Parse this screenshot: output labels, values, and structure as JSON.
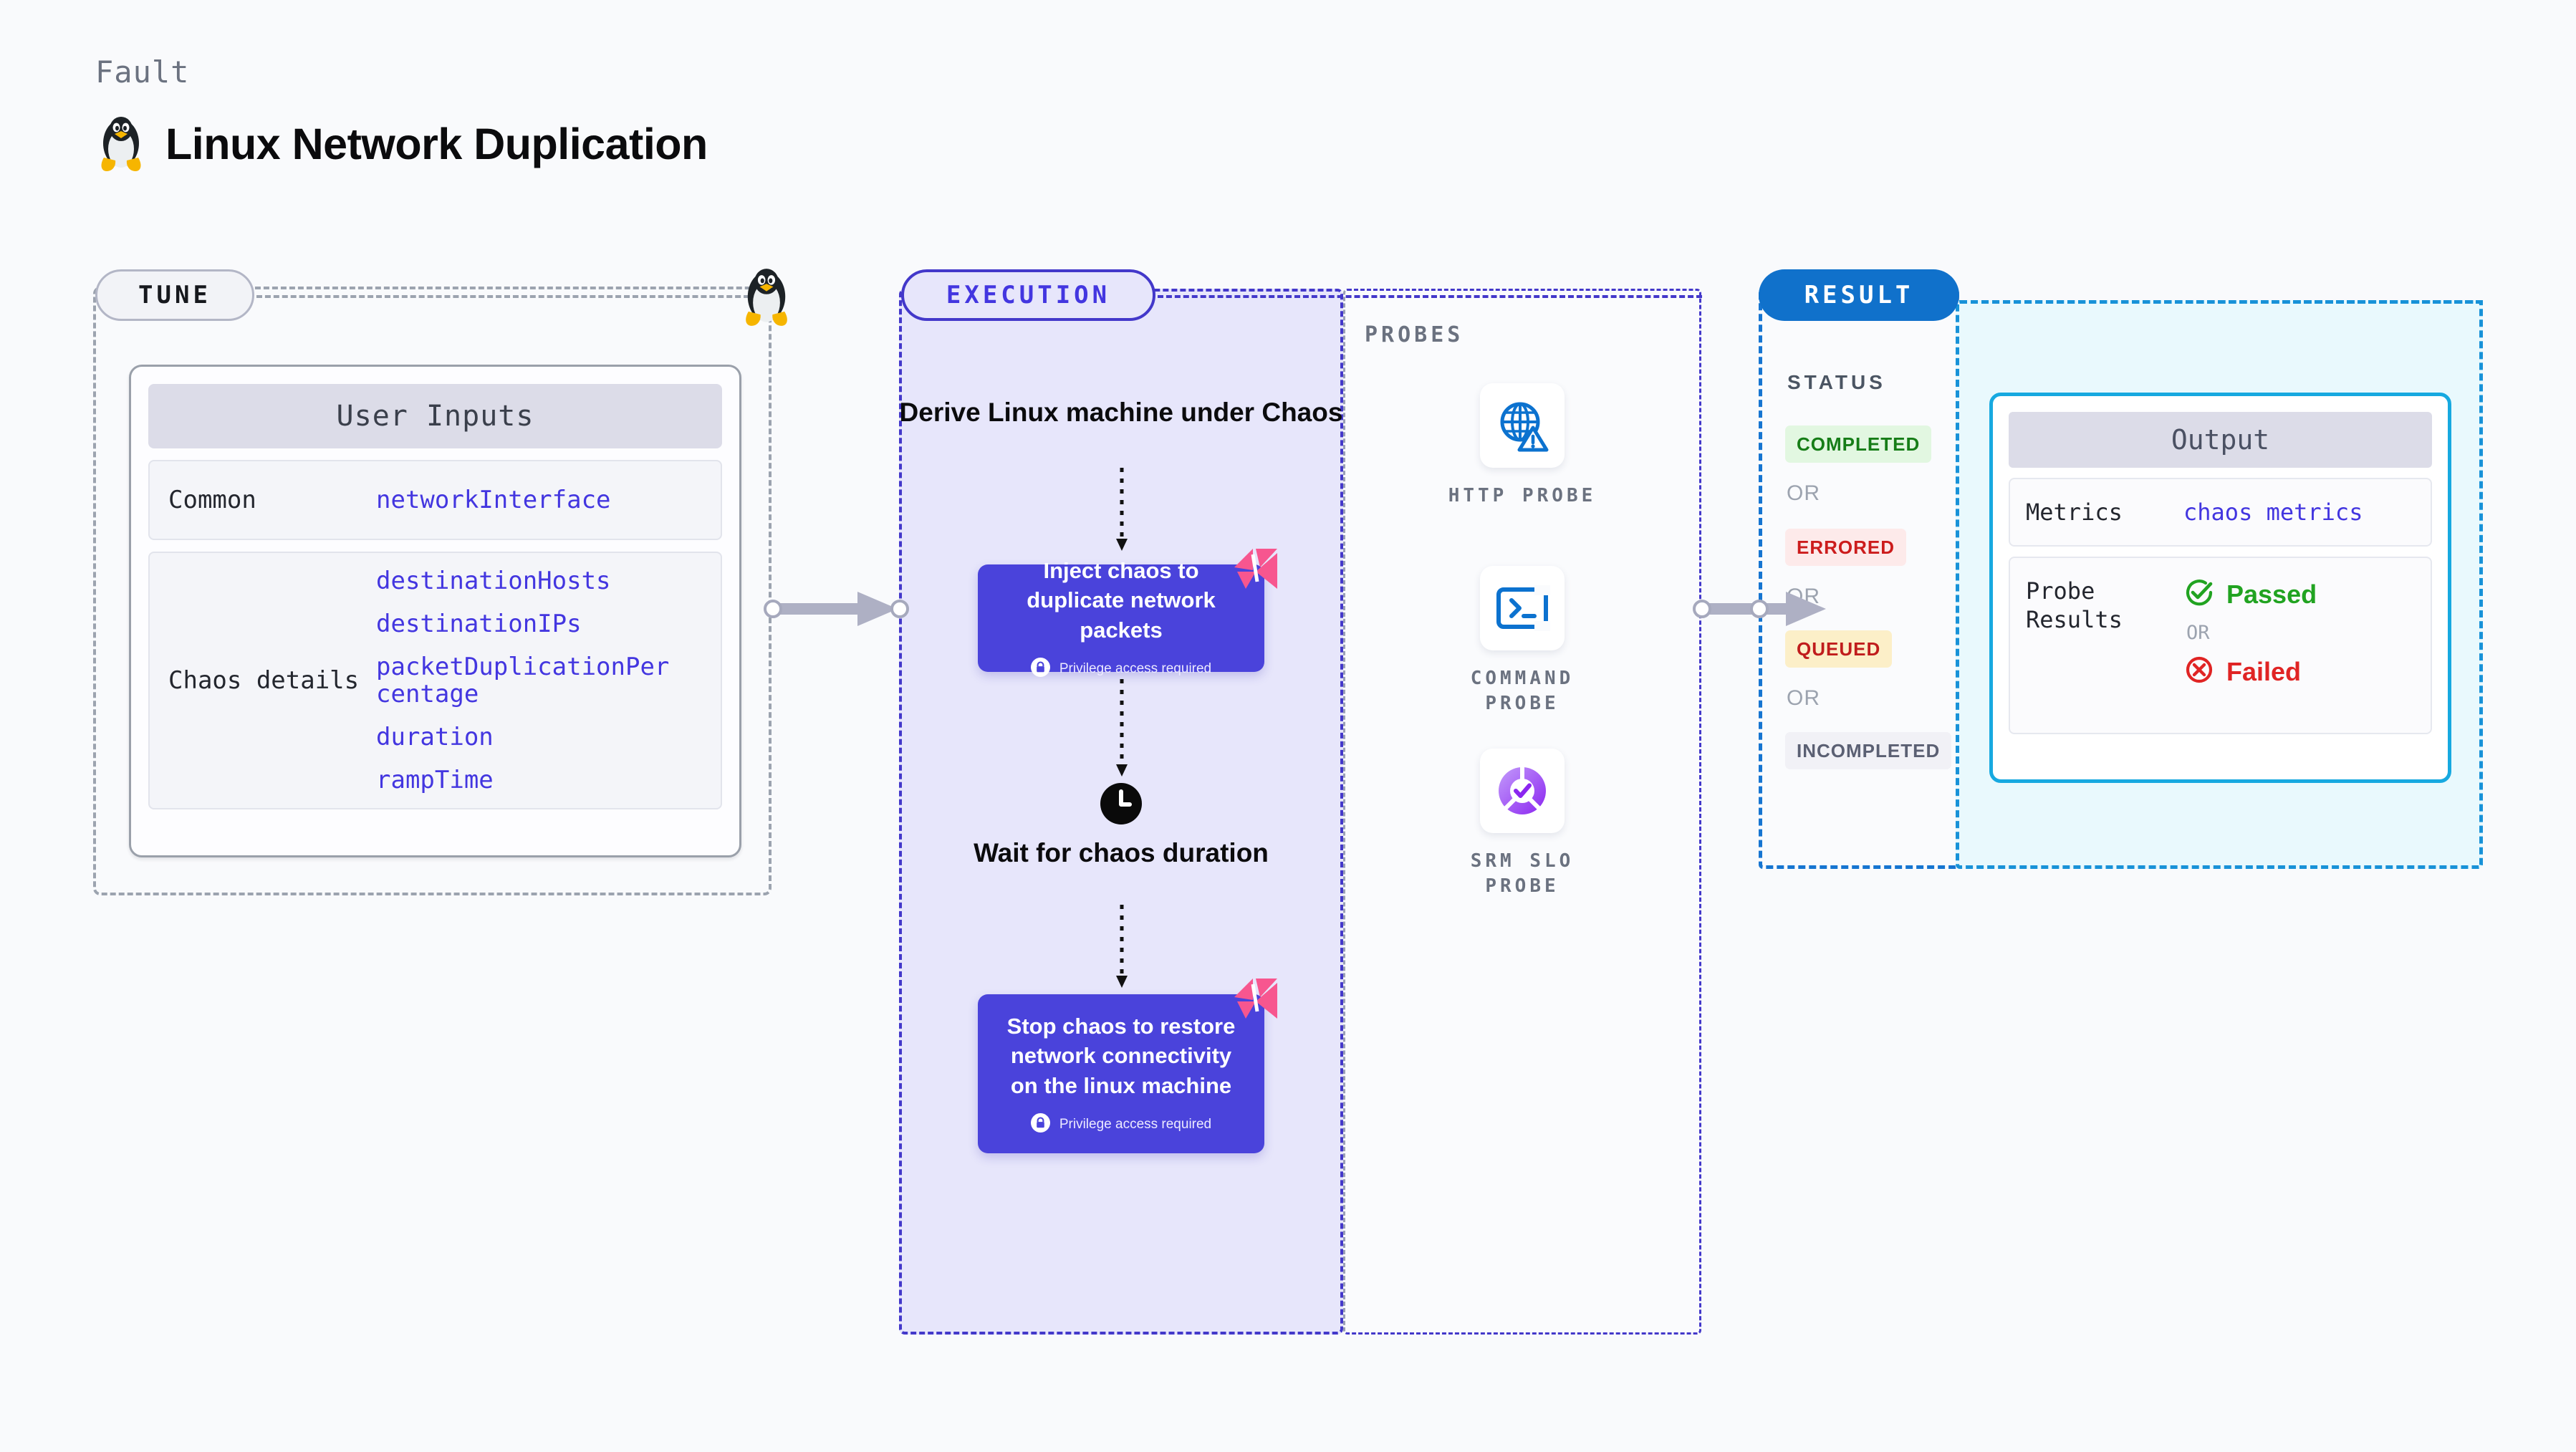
{
  "header": {
    "eyebrow": "Fault",
    "title": "Linux Network Duplication",
    "icon": "linux-penguin-icon"
  },
  "tune": {
    "badge": "TUNE",
    "card_title": "User Inputs",
    "rows": [
      {
        "label": "Common",
        "values": [
          "networkInterface"
        ]
      },
      {
        "label": "Chaos details",
        "values": [
          "destinationHosts",
          "destinationIPs",
          "packetDuplicationPercentage",
          "duration",
          "rampTime"
        ]
      }
    ]
  },
  "execution": {
    "badge": "EXECUTION",
    "steps": [
      {
        "type": "title",
        "text": "Derive Linux machine under Chaos"
      },
      {
        "type": "node",
        "text": "Inject chaos to duplicate network packets",
        "privilege": "Privilege access required",
        "badge_icon": "harness-pinwheel-icon"
      },
      {
        "type": "title",
        "text": "Wait for chaos duration",
        "icon": "clock-icon"
      },
      {
        "type": "node",
        "text": "Stop chaos to restore network connectivity on the linux machine",
        "privilege": "Privilege access required",
        "badge_icon": "harness-pinwheel-icon"
      }
    ]
  },
  "probes": {
    "label": "PROBES",
    "items": [
      {
        "caption": "HTTP PROBE",
        "icon": "globe-warning-icon"
      },
      {
        "caption": "COMMAND PROBE",
        "icon": "terminal-prompt-icon"
      },
      {
        "caption": "SRM SLO PROBE",
        "icon": "slo-donut-check-icon"
      }
    ]
  },
  "result": {
    "badge": "RESULT",
    "status_label": "STATUS",
    "or_label": "OR",
    "statuses": [
      {
        "text": "COMPLETED",
        "color": "#167d17",
        "bg": "#e2f7e1"
      },
      {
        "text": "ERRORED",
        "color": "#cc1c1c",
        "bg": "#fdeaea"
      },
      {
        "text": "QUEUED",
        "color": "#c01c1c",
        "bg": "#fcefc8"
      },
      {
        "text": "INCOMPLETED",
        "color": "#5b6073",
        "bg": "#f1f1f6"
      }
    ],
    "output": {
      "title": "Output",
      "metrics_label": "Metrics",
      "metrics_value": "chaos metrics",
      "probe_results_label": "Probe Results",
      "passed": "Passed",
      "failed": "Failed",
      "or_label": "OR",
      "passed_color": "#21a321",
      "failed_color": "#e02424"
    }
  },
  "colors": {
    "accent_indigo": "#4a43db",
    "accent_blue": "#1071cb",
    "accent_cyan": "#17a9e0",
    "pin_pink": "#f7568f"
  }
}
